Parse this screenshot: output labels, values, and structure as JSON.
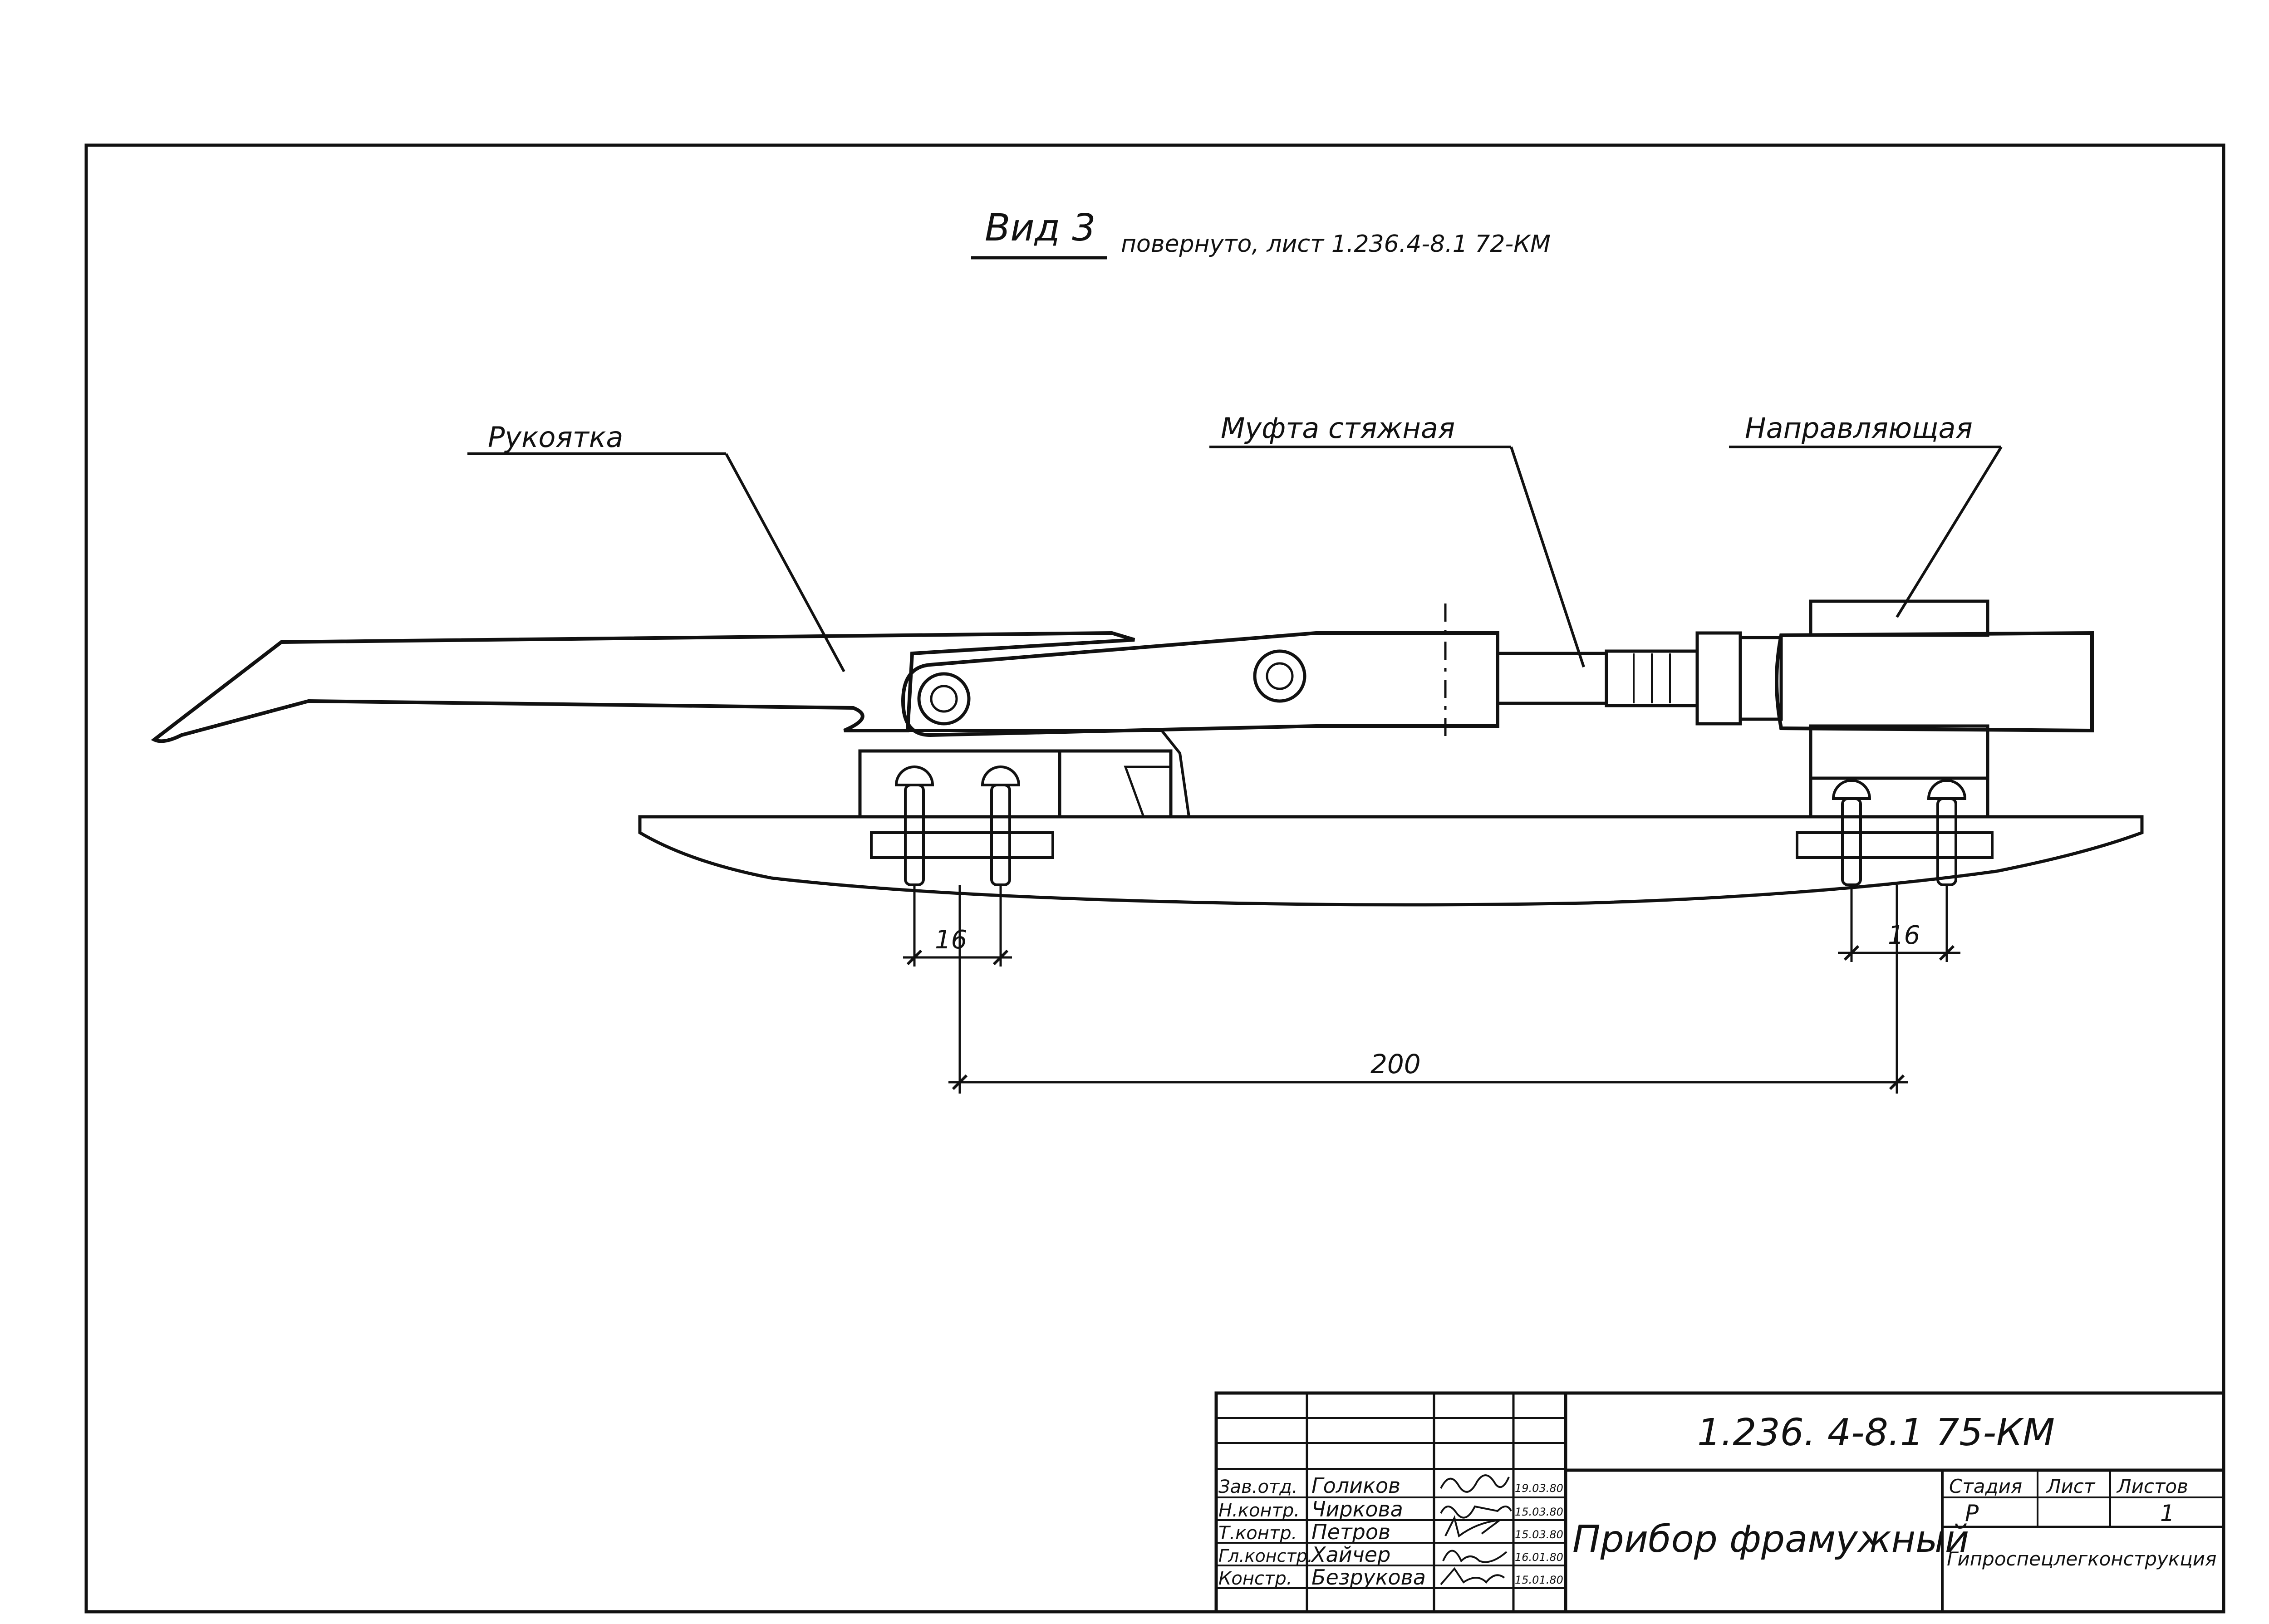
{
  "view_title": {
    "main": "Вид 3",
    "rest": "повернуто, лист 1.236.4-8.1 72-КМ"
  },
  "callouts": {
    "handle": "Рукоятка",
    "coupling": "Муфта стяжная",
    "guide": "Направляющая"
  },
  "dimensions": {
    "left_spacing": "16",
    "right_spacing": "16",
    "overall": "200"
  },
  "title_block": {
    "document_code": "1.236. 4-8.1   75-КМ",
    "product_name": "Прибор фрамужный",
    "organization": "Гипроспецлегконструкция",
    "stage_header": "Стадия",
    "sheet_header": "Лист",
    "sheets_header": "Листов",
    "stage_value": "Р",
    "sheet_value": "",
    "sheets_value": "1",
    "signers": [
      {
        "role": "Зав.отд.",
        "name": "Голиков",
        "date": "19.03.80"
      },
      {
        "role": "Н.контр.",
        "name": "Чиркова",
        "date": "15.03.80"
      },
      {
        "role": "Т.контр.",
        "name": "Петров",
        "date": "15.03.80"
      },
      {
        "role": "Гл.констр.",
        "name": "Хайчер",
        "date": "16.01.80"
      },
      {
        "role": "Констр.",
        "name": "Безрукова",
        "date": "15.01.80"
      }
    ]
  }
}
